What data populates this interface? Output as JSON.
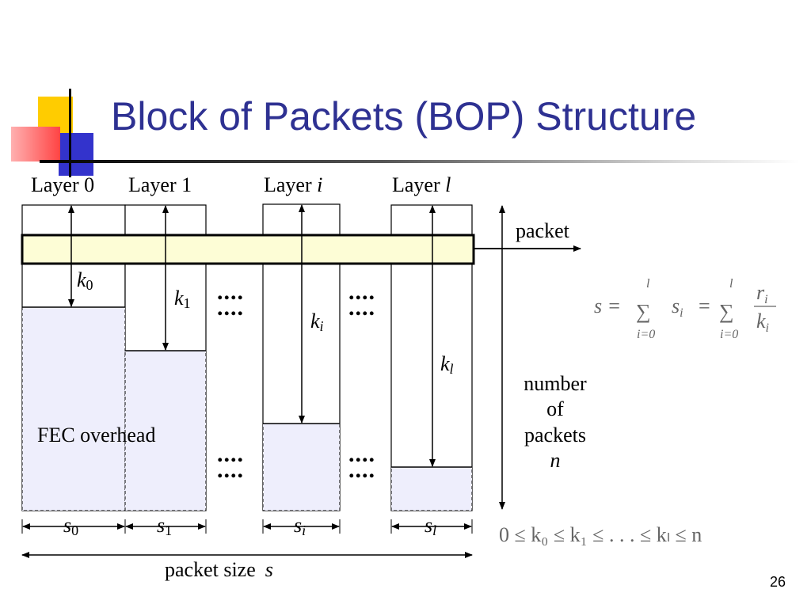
{
  "slide": {
    "title": "Block of Packets (BOP) Structure",
    "page_number": "26"
  },
  "layers": [
    {
      "word": "Layer",
      "index": "0"
    },
    {
      "word": "Layer",
      "index": "1"
    },
    {
      "word": "Layer",
      "index": "i"
    },
    {
      "word": "Layer",
      "index": "l"
    }
  ],
  "k_labels": [
    {
      "base": "k",
      "sub": "0"
    },
    {
      "base": "k",
      "sub": "1"
    },
    {
      "base": "k",
      "sub": "i"
    },
    {
      "base": "k",
      "sub": "l"
    }
  ],
  "s_labels": [
    {
      "base": "s",
      "sub": "0"
    },
    {
      "base": "s",
      "sub": "1"
    },
    {
      "base": "s",
      "sub": "i"
    },
    {
      "base": "s",
      "sub": "l"
    }
  ],
  "labels": {
    "packet": "packet",
    "fec_overhead": "FEC overhead",
    "number_line1": "number",
    "number_line2": "of",
    "number_line3": "packets",
    "number_var": "n",
    "packet_size": "packet size",
    "packet_size_var": "s",
    "dots": "...."
  },
  "formulas": {
    "sum_lhs": "s =",
    "sum_mid_term": "s",
    "sum_mid_sub": "i",
    "equals": "=",
    "sum_sym": "∑",
    "sum_upper": "l",
    "sum_lower": "i=0",
    "frac_num": "r",
    "frac_num_sub": "i",
    "frac_den": "k",
    "frac_den_sub": "i",
    "inequality": "0 ≤ k₀ ≤ k₁ ≤ . . . ≤ kₗ ≤ n"
  },
  "colors": {
    "title": "#2e3192",
    "fec_fill": "#eeeefc",
    "packet_highlight": "#fdfdd6",
    "formula": "#666666"
  }
}
